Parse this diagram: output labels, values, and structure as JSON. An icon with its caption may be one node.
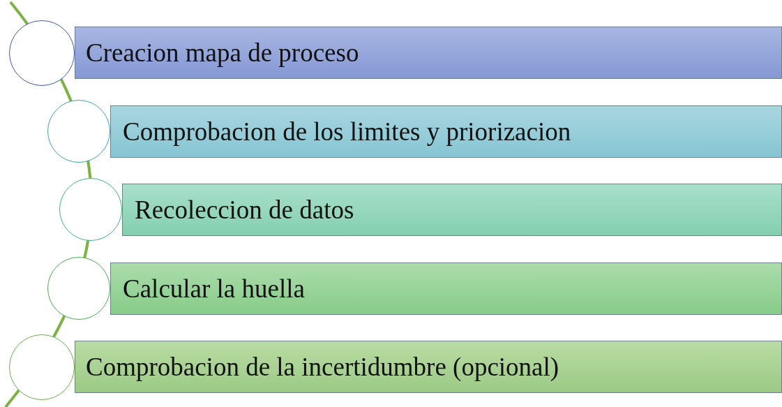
{
  "diagram": {
    "nodes": [
      {
        "text": [],
        "shape": "circle"
      },
      {
        "text": [
          "Creacion mapa de proceso"
        ]
      },
      {
        "text": [],
        "shape": "circle"
      },
      {
        "text": [
          "Comprobacion de los limites y priorizacion"
        ]
      },
      {
        "text": [],
        "shape": "circle"
      },
      {
        "text": [
          "Recoleccion de datos"
        ]
      },
      {
        "text": [],
        "shape": "circle"
      },
      {
        "text": [
          "Calcular la huella"
        ]
      },
      {
        "text": [],
        "shape": "circle"
      },
      {
        "text": [
          "Comprobacion de la incertidumbre (opcional)"
        ]
      }
    ]
  }
}
